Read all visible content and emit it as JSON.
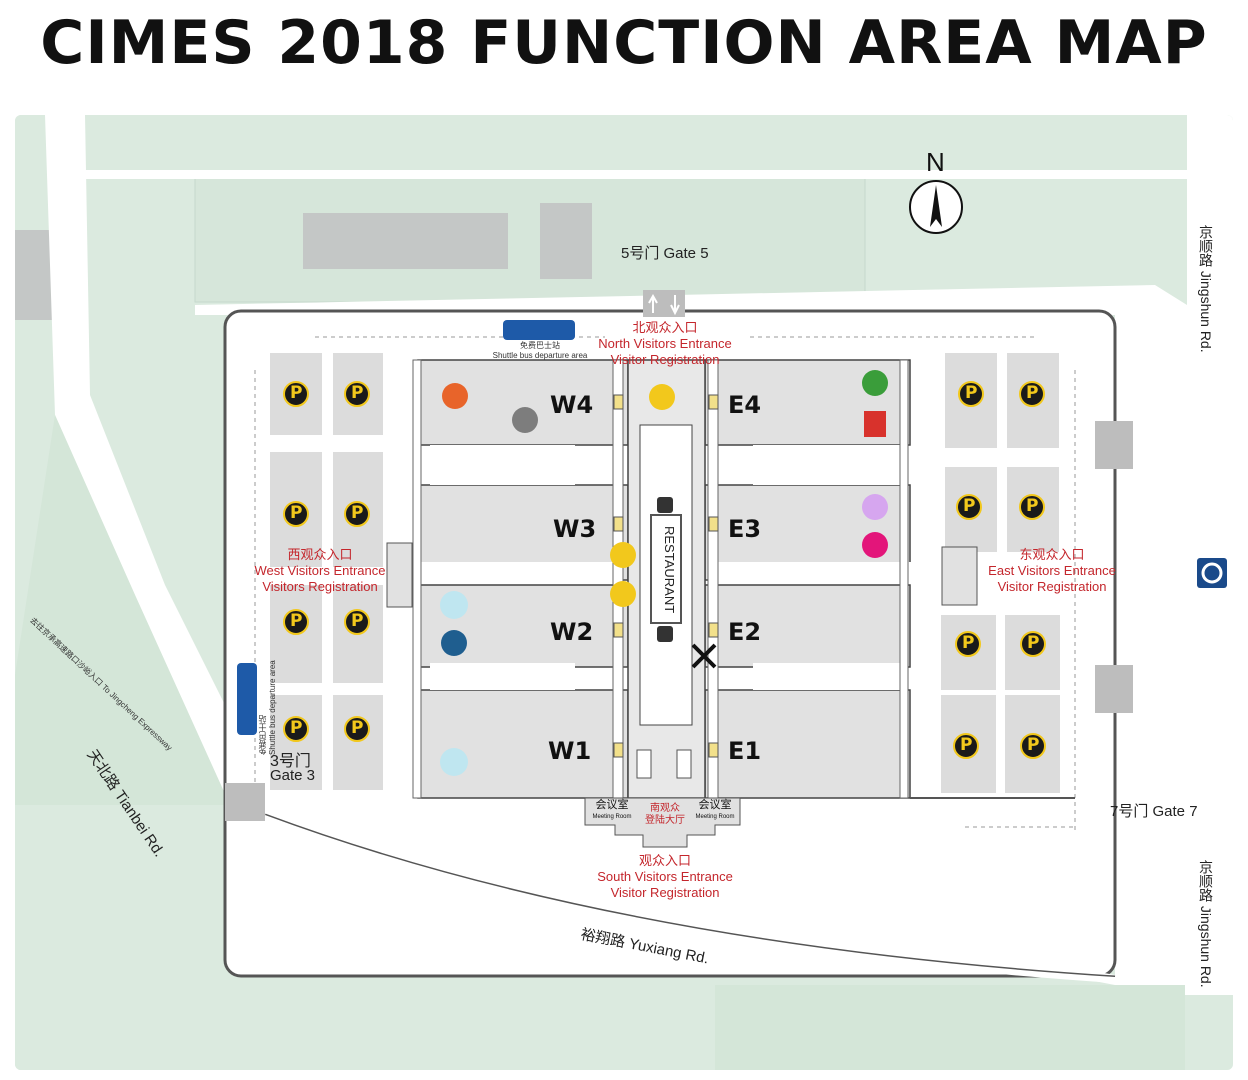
{
  "title": "CIMES 2018 FUNCTION AREA MAP",
  "north": "N",
  "gates": {
    "gate5": "5号门 Gate 5",
    "gate3_cn": "3号门",
    "gate3_en": "Gate 3",
    "gate7": "7号门 Gate 7"
  },
  "entrances": {
    "north": [
      "北观众入口",
      "North Visitors Entrance",
      "Visitor Registration"
    ],
    "west": [
      "西观众入口",
      "West Visitors Entrance",
      "Visitors Registration"
    ],
    "east": [
      "东观众入口",
      "East Visitors Entrance",
      "Visitor Registration"
    ],
    "south": [
      "观众入口",
      "South Visitors Entrance",
      "Visitor Registration"
    ]
  },
  "halls": [
    "W4",
    "W3",
    "W2",
    "W1",
    "E4",
    "E3",
    "E2",
    "E1"
  ],
  "restaurant": "RESTAURANT",
  "parking_label": "P",
  "shuttle": {
    "cn": "免费巴士站",
    "en": "Shuttle bus departure area"
  },
  "meeting_room": {
    "cn": "会议室",
    "en": "Meeting Room"
  },
  "south_hall": [
    "南观众",
    "登陆大厅"
  ],
  "roads": {
    "jingshun": "京顺路 Jingshun Rd.",
    "tianbei": "天北路 Tianbei Rd.",
    "yuxiang": "裕翔路 Yuxiang Rd.",
    "expressway": "去往京承高速路口沙峪入口 To Jingcheng Expressway"
  },
  "markers": {
    "orange": "#e8642a",
    "gray": "#7d7d7d",
    "yellow": "#f2c81c",
    "green": "#3a9d3a",
    "red": "#d8322c",
    "lavender": "#d6a6ef",
    "magenta": "#e3157a",
    "lightblue": "#bfe6f0",
    "darkblue": "#1f5e8f",
    "cautionyellow": "#f2e08a"
  }
}
